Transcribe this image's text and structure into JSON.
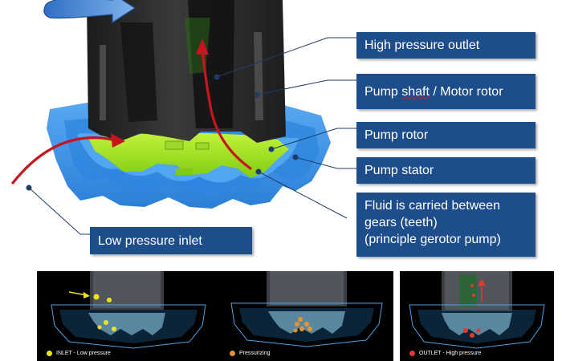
{
  "callouts": {
    "outlet": "High pressure outlet",
    "shaft_word": "shaft",
    "shaft_prefix": "Pump ",
    "shaft_suffix": " / Motor rotor",
    "rotor": "Pump rotor",
    "stator": "Pump stator",
    "fluid_line1": "Fluid is carried between",
    "fluid_line2": "gears (teeth)",
    "fluid_line3": "(principle gerotor pump)",
    "inlet": "Low pressure inlet"
  },
  "panels": [
    {
      "label": "INLET - Low pressure",
      "dot_color": "#f0e31c"
    },
    {
      "label": "Pressurizing",
      "dot_color": "#e8932c"
    },
    {
      "label": "OUTLET - High pressure",
      "dot_color": "#e03a2a"
    }
  ],
  "colors": {
    "callout_bg": "#1e4d8c",
    "stator": "#3a8ee6",
    "rotor": "#9be21c",
    "shaft": "#2a2a2a",
    "arrow": "#c8141e"
  }
}
